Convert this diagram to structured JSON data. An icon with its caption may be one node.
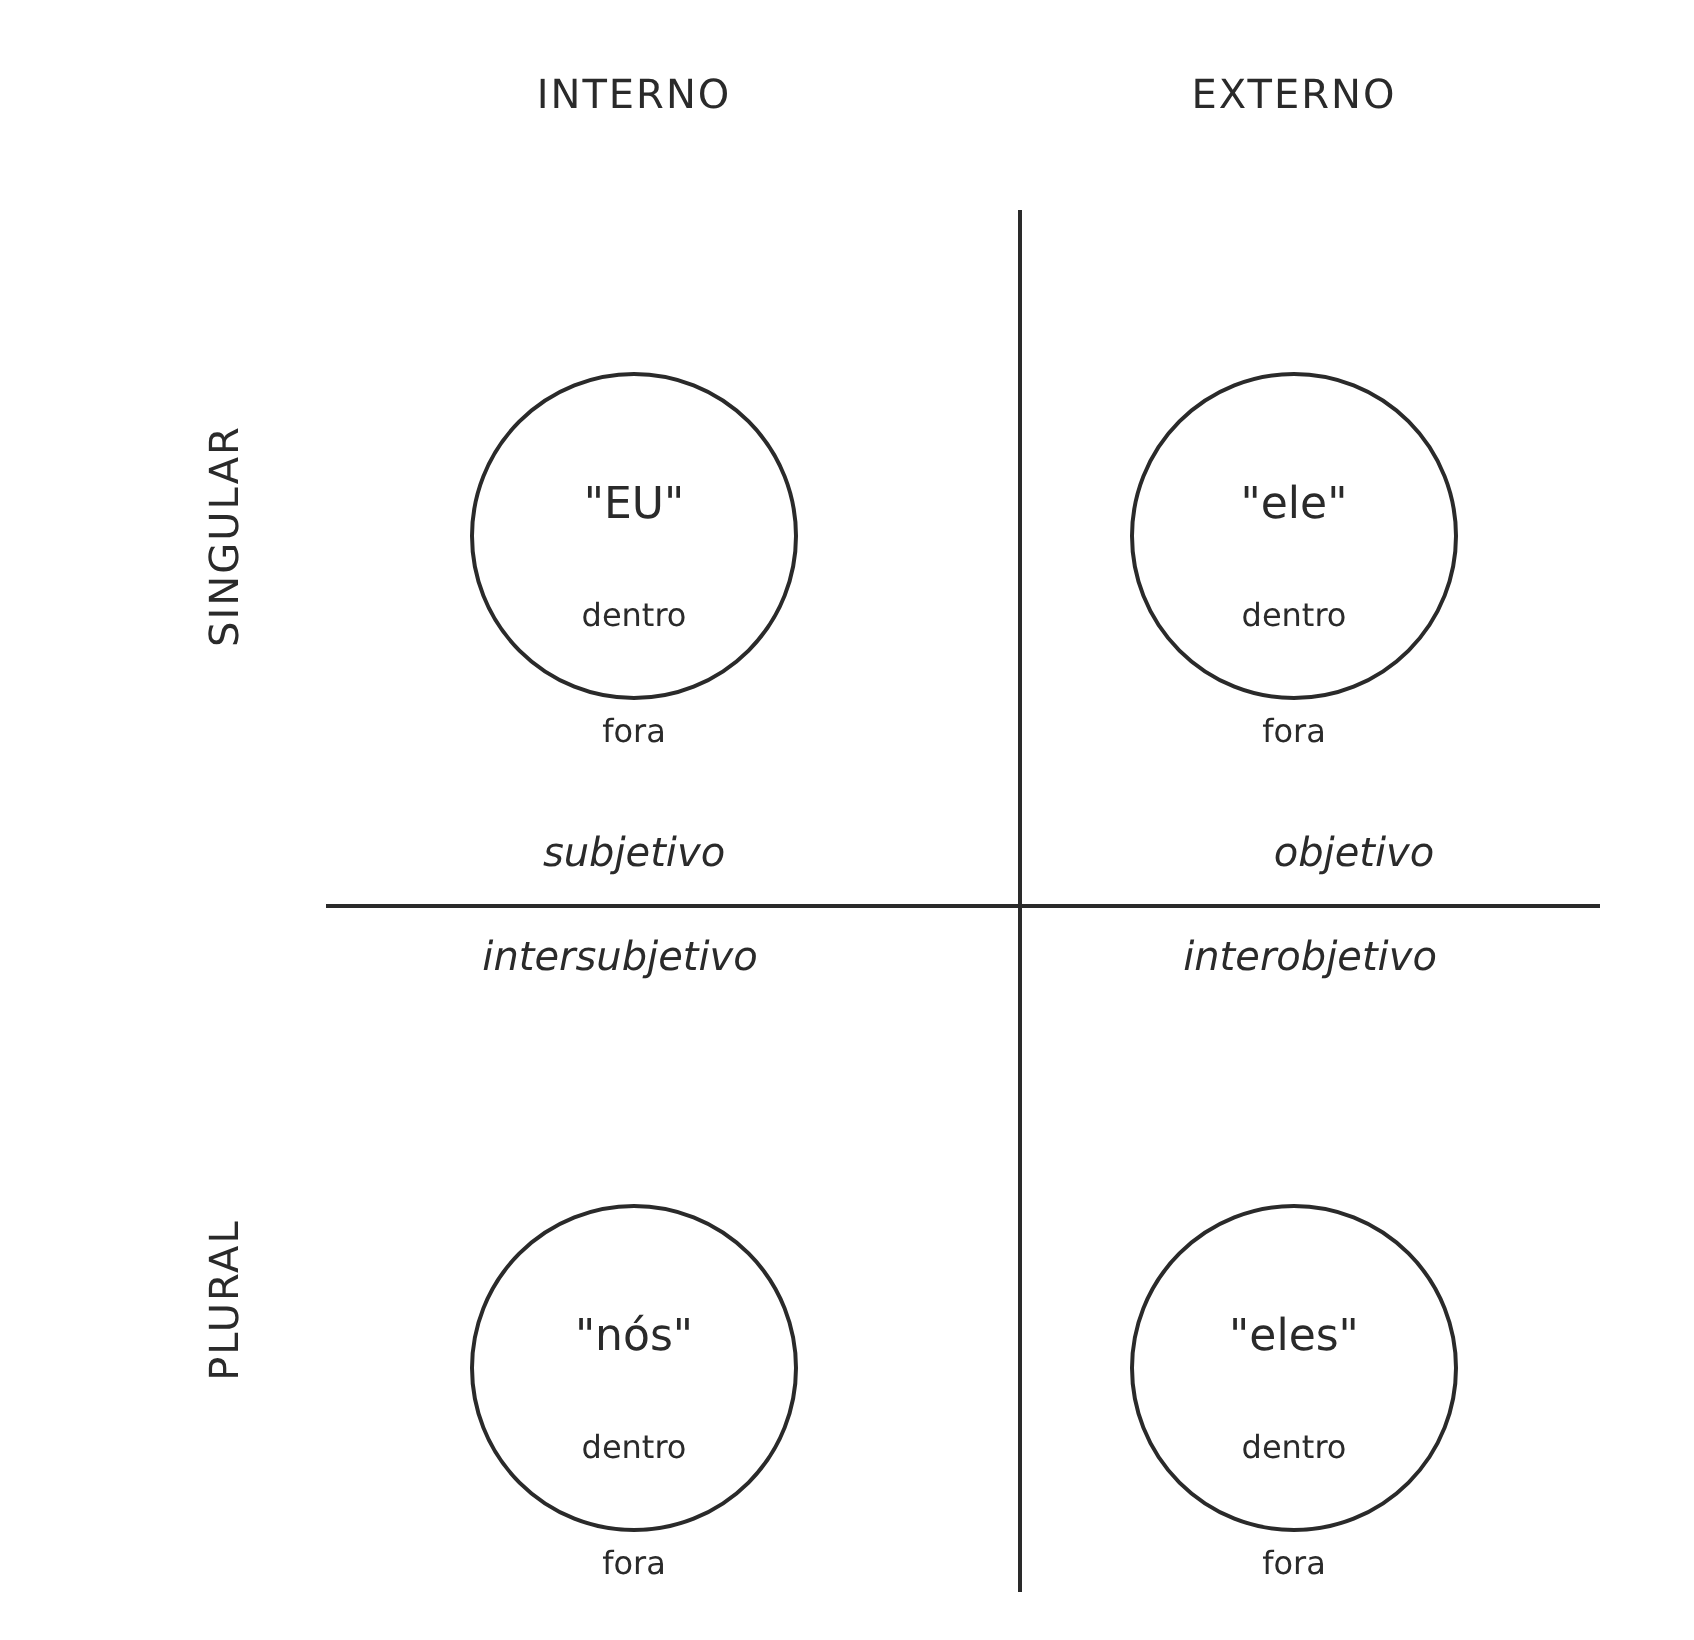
{
  "diagram": {
    "nodes": [
      {
        "text": [
          "\"EU\"",
          "dentro"
        ],
        "beside": [
          "fora"
        ]
      },
      {
        "text": [
          "\"ele\"",
          "dentro"
        ],
        "beside": [
          "fora"
        ]
      },
      {
        "text": [
          "\"nós\"",
          "dentro"
        ],
        "beside": [
          "fora"
        ]
      },
      {
        "text": [
          "\"eles\"",
          "dentro"
        ],
        "beside": [
          "fora"
        ]
      }
    ],
    "labels": [
      "INTERNO",
      "EXTERNO",
      "SINGULAR",
      "subjetivo",
      "objetivo",
      "intersubjetivo",
      "interobjetivo",
      "PLURAL"
    ]
  }
}
